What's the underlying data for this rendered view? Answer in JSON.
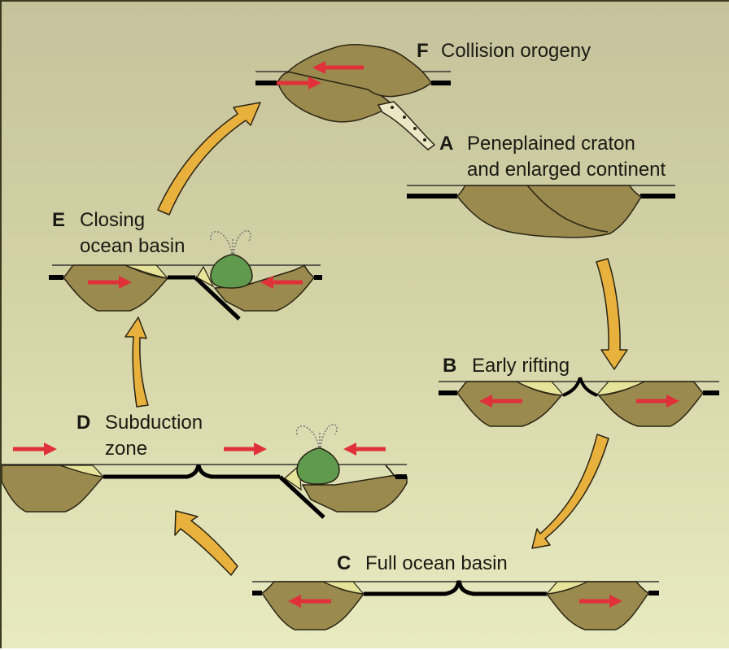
{
  "title": "Wilson cycle of ocean basin opening and closing",
  "colors": {
    "background_top": "#c6c29c",
    "background_bottom": "#e8eac0",
    "continent": "#9a8a4e",
    "continent_outline": "#2a2414",
    "sediment_wedge": "#e6e39a",
    "volcano": "#5f9a4e",
    "motion_arrow": "#e0303a",
    "cycle_arrow": "#e8b03c",
    "oceanic_crust": "#000000"
  },
  "stages": [
    {
      "id": "F",
      "letter": "F",
      "label_lines": [
        "Collision orogeny"
      ]
    },
    {
      "id": "A",
      "letter": "A",
      "label_lines": [
        "Peneplained craton",
        "and enlarged continent"
      ]
    },
    {
      "id": "B",
      "letter": "B",
      "label_lines": [
        "Early rifting"
      ]
    },
    {
      "id": "C",
      "letter": "C",
      "label_lines": [
        "Full ocean basin"
      ]
    },
    {
      "id": "D",
      "letter": "D",
      "label_lines": [
        "Subduction",
        "zone"
      ]
    },
    {
      "id": "E",
      "letter": "E",
      "label_lines": [
        "Closing",
        "ocean basin"
      ]
    }
  ],
  "cycle_order": [
    "A",
    "B",
    "C",
    "D",
    "E",
    "F"
  ],
  "icons": {
    "cycle_arrow": "curved-arrow",
    "plate_motion": "red-arrow",
    "volcano": "volcano-eruption"
  }
}
